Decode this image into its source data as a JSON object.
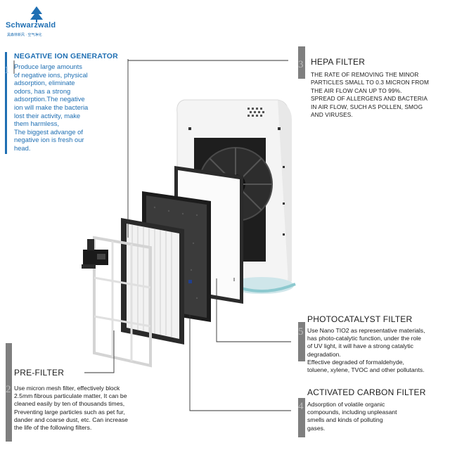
{
  "brand": {
    "name": "Schwarzwald",
    "tagline": "黑森林新风 · 空气净化"
  },
  "sections": {
    "negative_ion": {
      "number": "1",
      "title": "NEGATIVE ION GENERATOR",
      "lines": [
        "Produce large amounts",
        "of negative ions, physical",
        "adsorption, eliminate",
        "odors, has a strong",
        "adsorption.The negative",
        "ion will make the bacteria",
        "lost their activity, make",
        "them harmless,",
        "The biggest advange of",
        "negative ion is fresh our",
        "head."
      ]
    },
    "pre_filter": {
      "number": "2",
      "title": "PRE-FILTER",
      "lines": [
        "Use micron mesh filter, effectively block",
        "2.5mm fibrous particulate matter, It can be",
        "cleaned easily by ten of thousands times,",
        "Preventing large particles such as pet fur,",
        "dander and coarse dust, etc. Can increase",
        "the life of the following filters."
      ]
    },
    "hepa": {
      "number": "3",
      "title": "HEPA FILTER",
      "lines": [
        "THE RATE OF REMOVING THE MINOR",
        "PARTICLES SMALL TO 0.3 MICRON FROM",
        "THE AIR FLOW CAN UP TO 99%.",
        "SPREAD OF ALLERGENS AND BACTERIA",
        "IN AIR FLOW, SUCH AS POLLEN, SMOG",
        "AND VIRUSES."
      ]
    },
    "activated_carbon": {
      "number": "4",
      "title": "ACTIVATED CARBON FILTER",
      "lines": [
        "Adsorption of volatile organic",
        "compounds, including unpleasant",
        "smells and kinds of polluting",
        "gases."
      ]
    },
    "photocatalyst": {
      "number": "5",
      "title": "PHOTOCATALYST FILTER",
      "lines": [
        "Use Nano TIO2 as representative materials,",
        "has photo-catalytic function, under the role",
        "of UV light, it will have a strong catalytic",
        "degradation.",
        "Effective degraded of formaldehyde,",
        "toluene, xylene, TVOC and other pollutants."
      ]
    }
  },
  "colors": {
    "accent_blue": "#1f6fb3",
    "marker_gray": "#7f7f7f",
    "unit_teal": "#9fd3d8"
  }
}
